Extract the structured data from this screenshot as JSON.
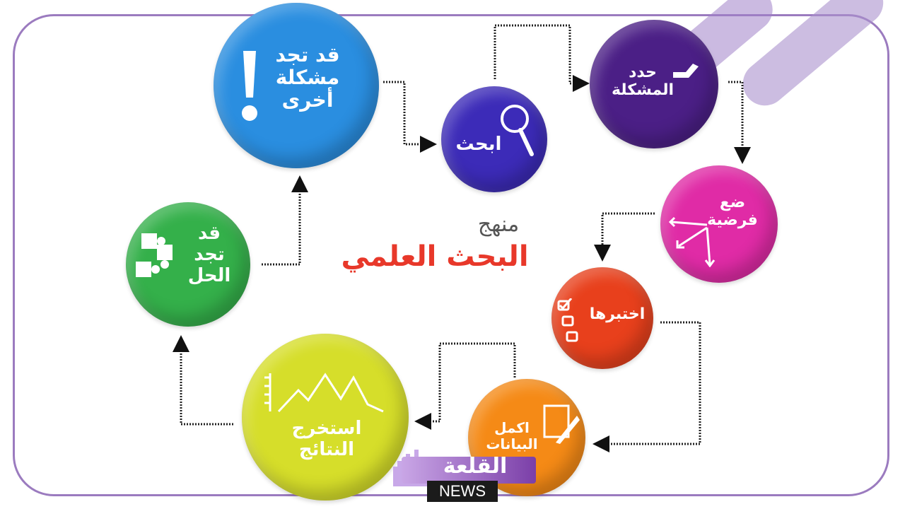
{
  "title": {
    "top": "منهج",
    "main": "البحث العلمي"
  },
  "steps": [
    {
      "key": "another-problem",
      "label": "قد تجد\nمشكلة\nأخرى",
      "icon": "exclamation-icon",
      "color": "#2a8ee0"
    },
    {
      "key": "search",
      "label": "ابحث",
      "icon": "magnifier-icon",
      "color": "#3c2bb8"
    },
    {
      "key": "define-problem",
      "label": "حدد\nالمشكلة",
      "icon": "pencil-icon",
      "color": "#4b1f86"
    },
    {
      "key": "hypothesis",
      "label": "ضع\nفرضية",
      "icon": "arrows-icon",
      "color": "#e02ba6"
    },
    {
      "key": "test",
      "label": "اختبرها",
      "icon": "checklist-icon",
      "color": "#e8401c"
    },
    {
      "key": "data",
      "label": "اكمل\nالبيانات",
      "icon": "document-pen-icon",
      "color": "#f58a16"
    },
    {
      "key": "results",
      "label": "استخرج\nالنتائج",
      "icon": "line-graph-icon",
      "color": "#d6de2a"
    },
    {
      "key": "solution",
      "label": "قد\nتجد\nالحل",
      "icon": "puzzle-icon",
      "color": "#34b04a"
    }
  ],
  "logo": {
    "name": "القلعة",
    "news": "NEWS"
  }
}
